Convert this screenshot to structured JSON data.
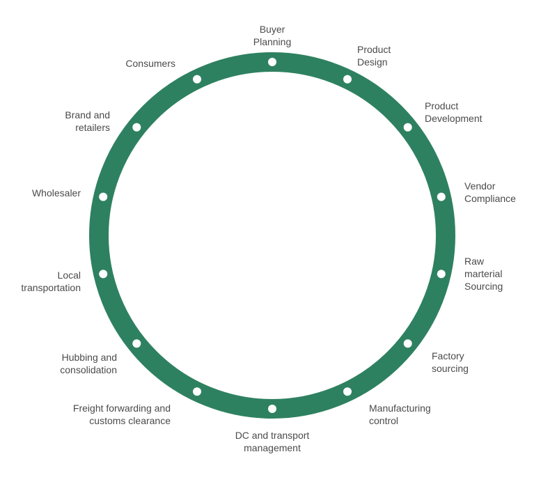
{
  "diagram": {
    "ring_color": "#2e8160",
    "node_color": "#ffffff",
    "text_color": "#4a4a4a",
    "stages": [
      {
        "id": "buyer-planning",
        "lines": [
          "Buyer",
          "Planning"
        ]
      },
      {
        "id": "product-design",
        "lines": [
          "Product",
          "Design"
        ]
      },
      {
        "id": "product-development",
        "lines": [
          "Product",
          "Development"
        ]
      },
      {
        "id": "vendor-compliance",
        "lines": [
          "Vendor",
          "Compliance"
        ]
      },
      {
        "id": "raw-material-sourcing",
        "lines": [
          "Raw",
          "marterial",
          "Sourcing"
        ]
      },
      {
        "id": "factory-sourcing",
        "lines": [
          "Factory",
          "sourcing"
        ]
      },
      {
        "id": "manufacturing-control",
        "lines": [
          "Manufacturing",
          "control"
        ]
      },
      {
        "id": "dc-and-transport-management",
        "lines": [
          "DC and transport",
          "management"
        ]
      },
      {
        "id": "freight-forwarding-and-customs-clearance",
        "lines": [
          "Freight forwarding and",
          "customs clearance"
        ]
      },
      {
        "id": "hubbing-and-consolidation",
        "lines": [
          "Hubbing and",
          "consolidation"
        ]
      },
      {
        "id": "local-transportation",
        "lines": [
          "Local",
          "transportation"
        ]
      },
      {
        "id": "wholesaler",
        "lines": [
          "Wholesaler"
        ]
      },
      {
        "id": "brand-and-retailers",
        "lines": [
          "Brand and",
          "retailers"
        ]
      },
      {
        "id": "consumers",
        "lines": [
          "Consumers"
        ]
      }
    ]
  }
}
